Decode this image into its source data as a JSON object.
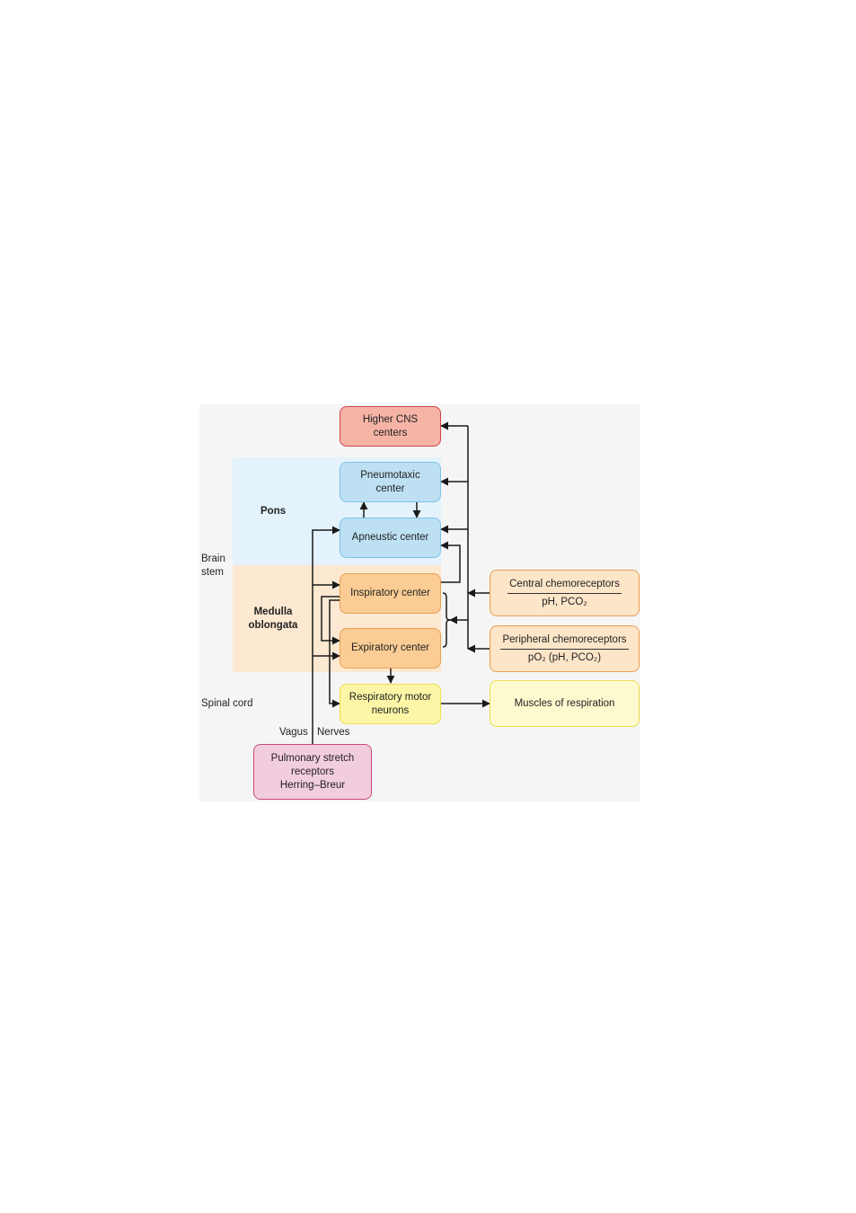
{
  "regions": {
    "pons": "Pons",
    "medulla_line1": "Medulla",
    "medulla_line2": "oblongata",
    "brain_stem_line1": "Brain",
    "brain_stem_line2": "stem",
    "spinal_cord": "Spinal cord",
    "vagus": "Vagus",
    "nerves": "Nerves"
  },
  "nodes": {
    "higher_cns": [
      "Higher CNS",
      "centers"
    ],
    "pneumotaxic": [
      "Pneumotaxic",
      "center"
    ],
    "apneustic": [
      "Apneustic center"
    ],
    "inspiratory": [
      "Inspiratory center"
    ],
    "expiratory": [
      "Expiratory center"
    ],
    "resp_motor": [
      "Respiratory motor",
      "neurons"
    ],
    "muscles": [
      "Muscles of respiration"
    ],
    "pulmonary": [
      "Pulmonary stretch",
      "receptors",
      "Herring–Breur"
    ]
  },
  "chemoreceptors": {
    "central": {
      "title": "Central chemoreceptors",
      "detail": "pH, PCO₂"
    },
    "peripheral": {
      "title": "Peripheral chemoreceptors",
      "detail": "pO₂ (pH, PCO₂)"
    }
  },
  "colors": {
    "pons_bg": "#e3f2fb",
    "medulla_bg": "#fde9d2",
    "panel_bg": "#f5f5f5",
    "line": "#1a1a1a"
  }
}
